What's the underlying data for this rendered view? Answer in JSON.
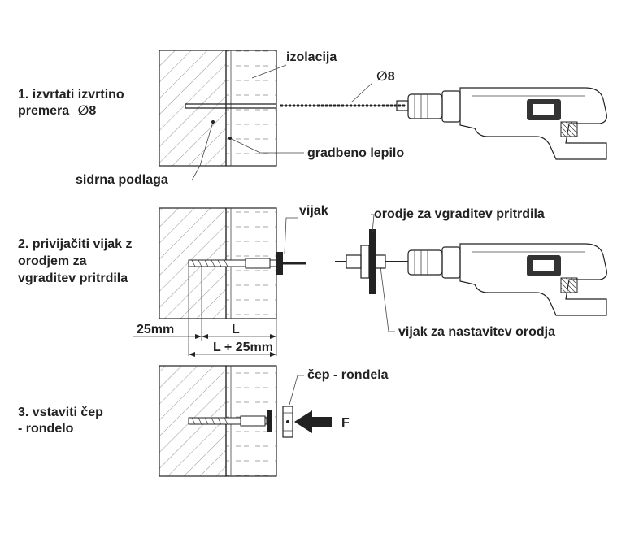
{
  "steps": [
    {
      "line1": "1. izvrtati izvrtino",
      "line2": "premera",
      "line2_symbol": "∅8"
    },
    {
      "line1": "2. privijačiti vijak z",
      "line2": "orodjem za",
      "line3": "vgraditev pritrdila"
    },
    {
      "line1": "3. vstaviti čep",
      "line2": "- rondelo"
    }
  ],
  "labels": {
    "izolacija": "izolacija",
    "diameter": "∅8",
    "gradbeno_lepilo": "gradbeno lepilo",
    "sidrna_podlaga": "sidrna podlaga",
    "vijak": "vijak",
    "orodje": "orodje za vgraditev pritrdila",
    "vijak_nastavitev": "vijak za nastavitev orodja",
    "dim_25mm": "25mm",
    "dim_L": "L",
    "dim_L25": "L + 25mm",
    "cep_rondela": "čep - rondela",
    "force": "F"
  }
}
